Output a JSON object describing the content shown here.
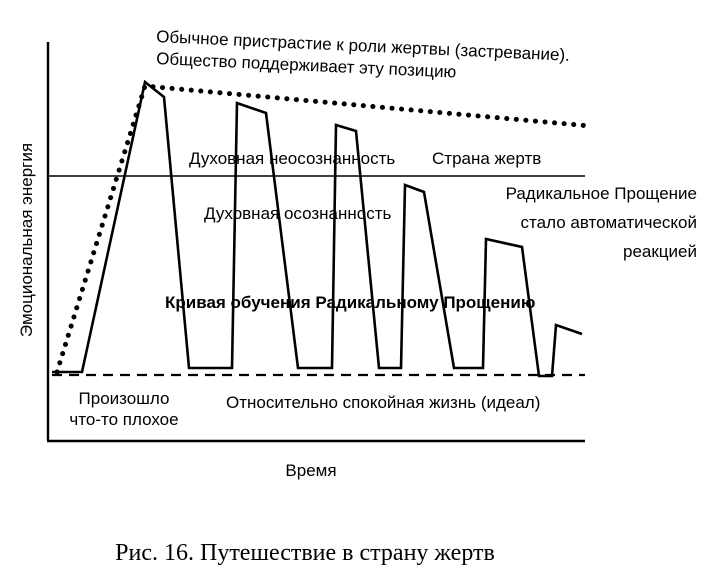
{
  "figure": {
    "annotation_top_line1": "Обычное пристрастие к роли жертвы (застревание).",
    "annotation_top_line2": "Общество поддерживает эту позицию",
    "label_unawareness": "Духовная неосознанность",
    "label_victimland": "Страна жертв",
    "label_awareness": "Духовная осознанность",
    "label_automatic_line1": "Радикальное Прощение",
    "label_automatic_line2": "стало автоматической",
    "label_automatic_line3": "реакцией",
    "label_learning_curve": "Кривая обучения Радикальному Прощению",
    "label_event_line1": "Произошло",
    "label_event_line2": "что-то плохое",
    "label_ideal": "Относительно спокойная жизнь (идеал)",
    "y_axis_label": "Эмоциональная энергия",
    "x_axis_label": "Время",
    "caption": "Рис. 16. Путешествие в страну жертв"
  }
}
